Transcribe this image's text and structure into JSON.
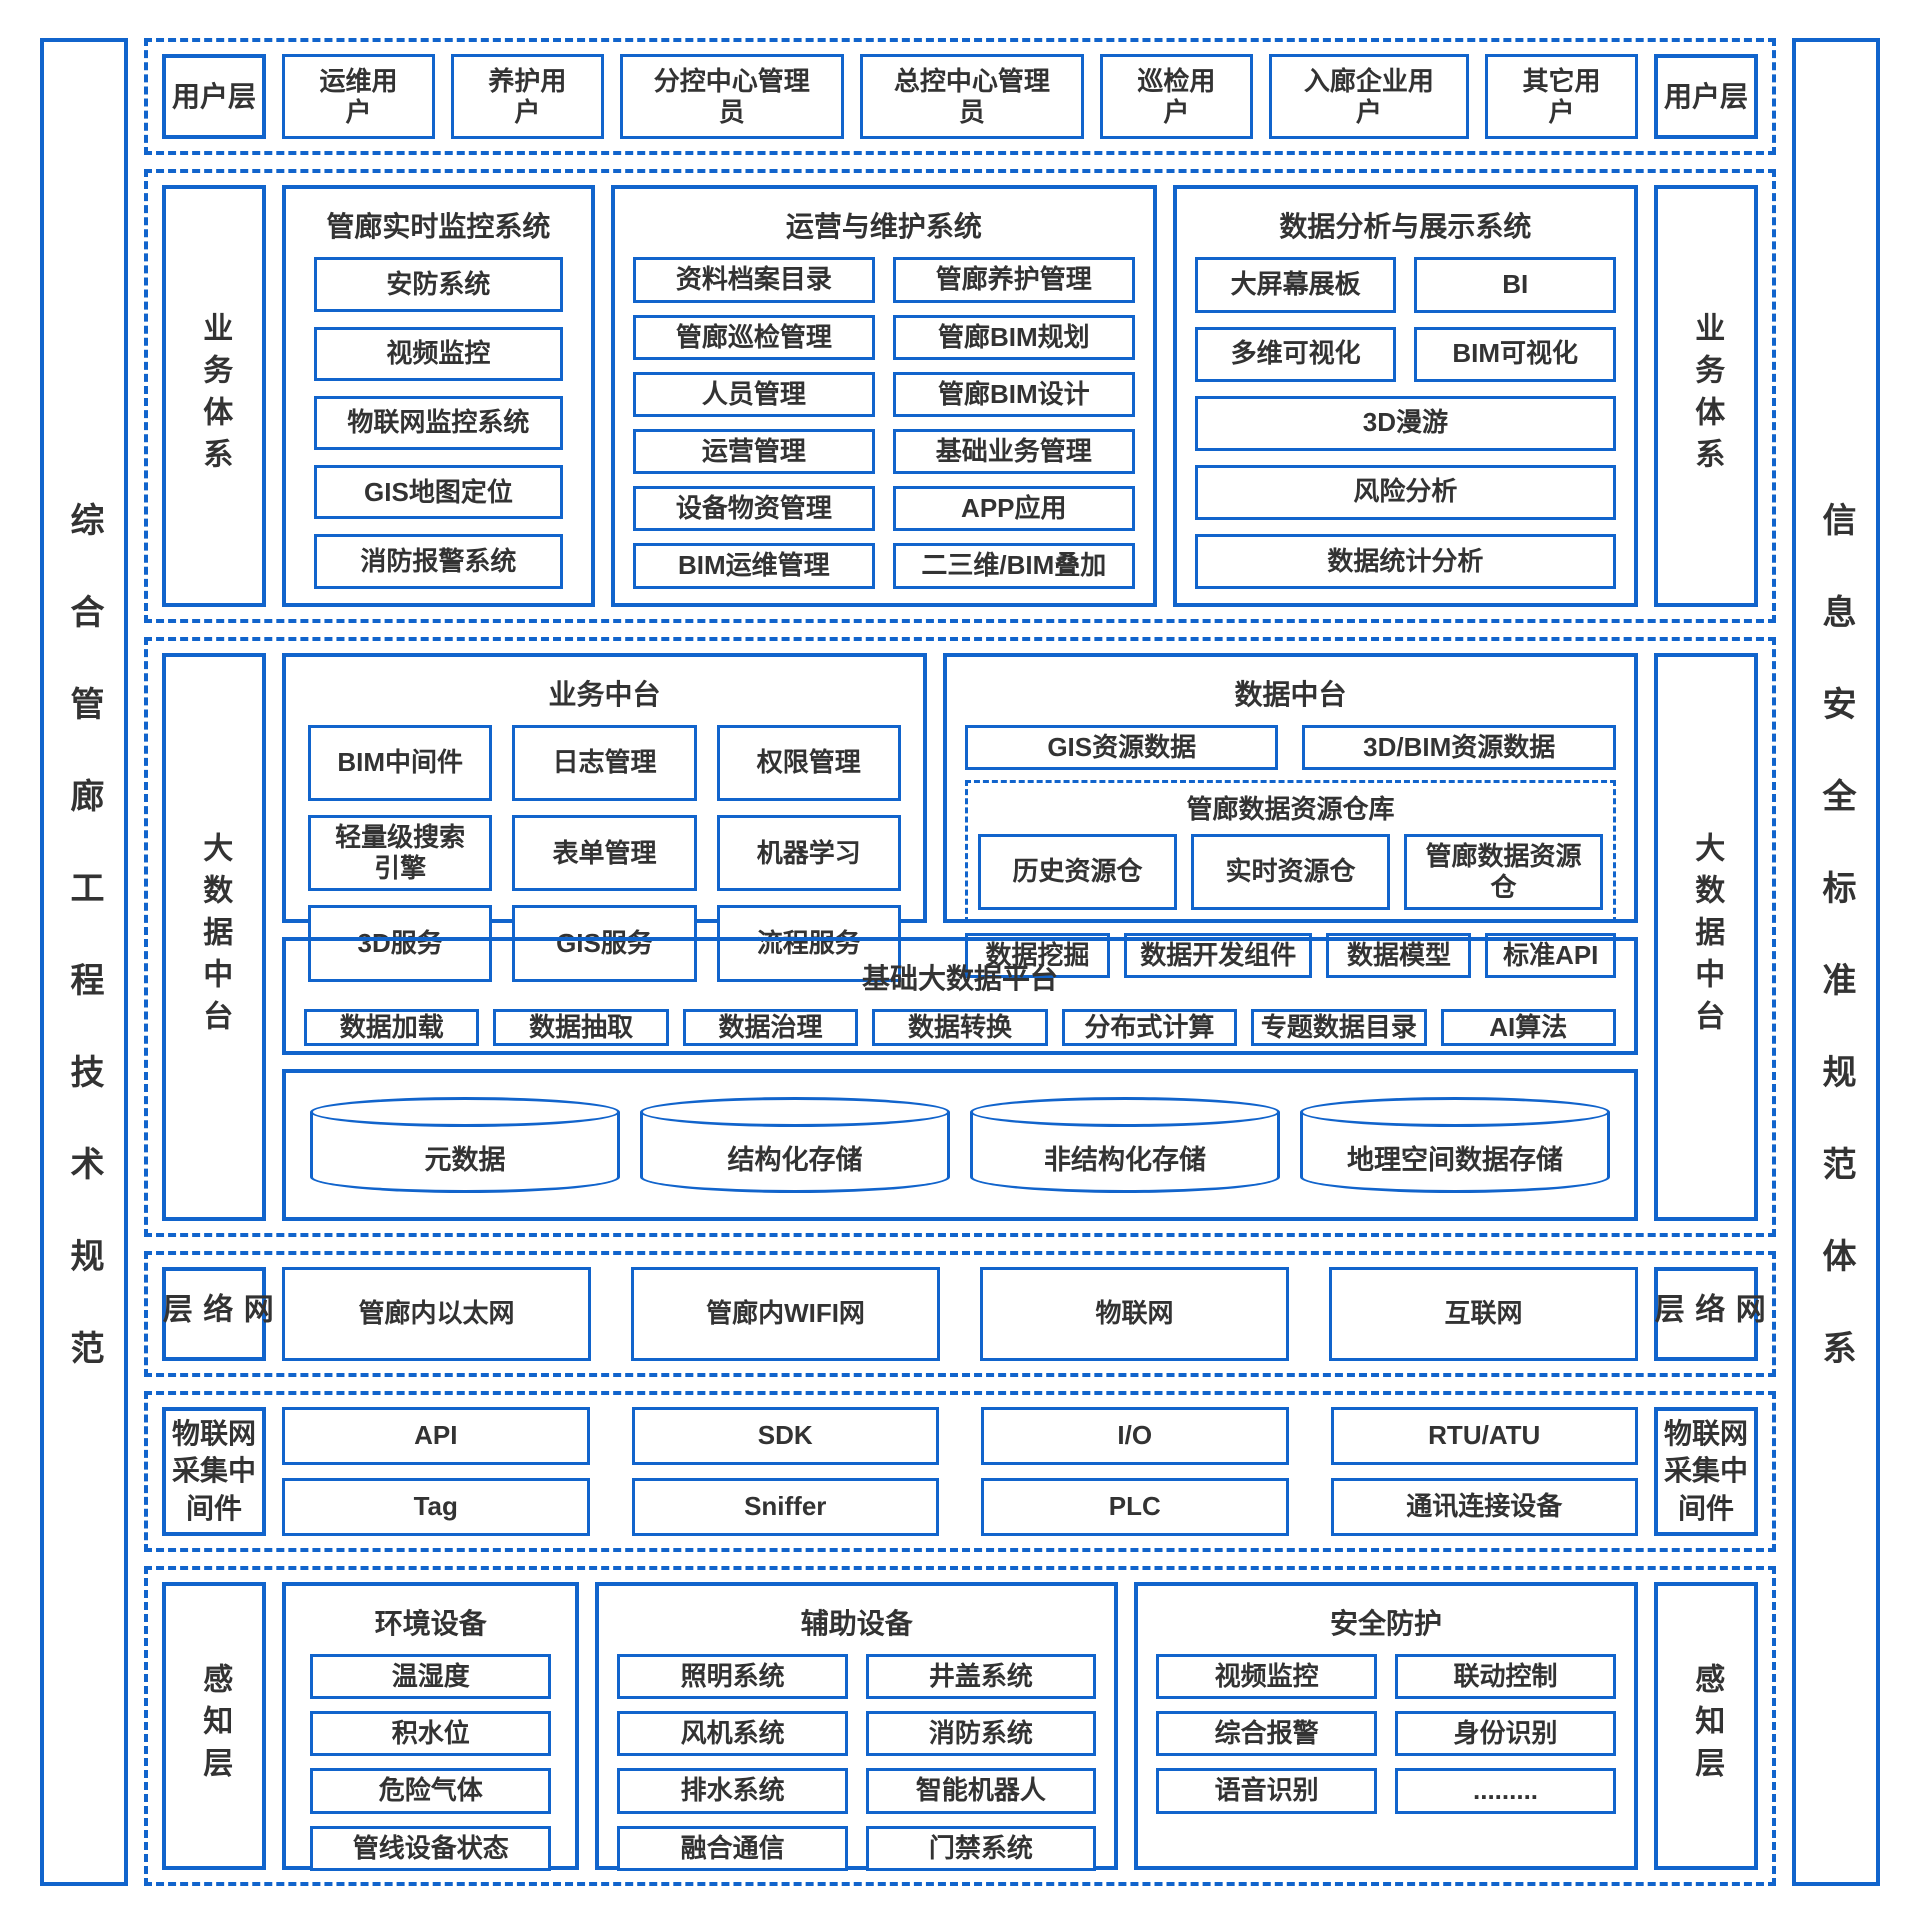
{
  "colors": {
    "accent": "#1164cc",
    "text": "#333333"
  },
  "left_bar": "综合管廊工程技术规范",
  "right_bar": "信息安全标准规范体系",
  "layers": {
    "user": {
      "label": "用户层",
      "items": [
        "运维用户",
        "养护用户",
        "分控中心管理员",
        "总控中心管理员",
        "巡检用户",
        "入廊企业用户",
        "其它用户"
      ]
    },
    "business": {
      "label": "业务体系",
      "monitoring": {
        "title": "管廊实时监控系统",
        "items": [
          "安防系统",
          "视频监控",
          "物联网监控系统",
          "GIS地图定位",
          "消防报警系统"
        ]
      },
      "operations": {
        "title": "运营与维护系统",
        "items": [
          "资料档案目录",
          "管廊养护管理",
          "管廊巡检管理",
          "管廊BIM规划",
          "人员管理",
          "管廊BIM设计",
          "运营管理",
          "基础业务管理",
          "设备物资管理",
          "APP应用",
          "BIM运维管理",
          "二三维/BIM叠加"
        ]
      },
      "analytics": {
        "title": "数据分析与展示系统",
        "pairs": [
          "大屏幕展板",
          "BI",
          "多维可视化",
          "BIM可视化"
        ],
        "wide": [
          "3D漫游",
          "风险分析",
          "数据统计分析"
        ]
      }
    },
    "bigdata": {
      "label": "大数据中台",
      "biz_mid": {
        "title": "业务中台",
        "items": [
          "BIM中间件",
          "日志管理",
          "权限管理",
          "轻量级搜索引擎",
          "表单管理",
          "机器学习",
          "3D服务",
          "GIS服务",
          "流程服务"
        ]
      },
      "data_mid": {
        "title": "数据中台",
        "top": [
          "GIS资源数据",
          "3D/BIM资源数据"
        ],
        "warehouse": {
          "title": "管廊数据资源仓库",
          "items": [
            "历史资源仓",
            "实时资源仓",
            "管廊数据资源仓"
          ]
        },
        "bottom": [
          "数据挖掘",
          "数据开发组件",
          "数据模型",
          "标准API"
        ]
      },
      "platform": {
        "title": "基础大数据平台",
        "items": [
          "数据加载",
          "数据抽取",
          "数据治理",
          "数据转换",
          "分布式计算",
          "专题数据目录",
          "AI算法"
        ]
      },
      "storage": [
        "元数据",
        "结构化存储",
        "非结构化存储",
        "地理空间数据存储"
      ]
    },
    "network": {
      "label": "网络层",
      "items": [
        "管廊内以太网",
        "管廊内WIFI网",
        "物联网",
        "互联网"
      ]
    },
    "middleware": {
      "label": "物联网采集中间件",
      "items": [
        "API",
        "SDK",
        "I/O",
        "RTU/ATU",
        "Tag",
        "Sniffer",
        "PLC",
        "通讯连接设备"
      ]
    },
    "perception": {
      "label": "感知层",
      "env": {
        "title": "环境设备",
        "items": [
          "温湿度",
          "积水位",
          "危险气体",
          "管线设备状态"
        ]
      },
      "aux": {
        "title": "辅助设备",
        "items": [
          "照明系统",
          "井盖系统",
          "风机系统",
          "消防系统",
          "排水系统",
          "智能机器人",
          "融合通信",
          "门禁系统"
        ]
      },
      "security": {
        "title": "安全防护",
        "items": [
          "视频监控",
          "联动控制",
          "综合报警",
          "身份识别",
          "语音识别",
          "........."
        ]
      }
    }
  }
}
